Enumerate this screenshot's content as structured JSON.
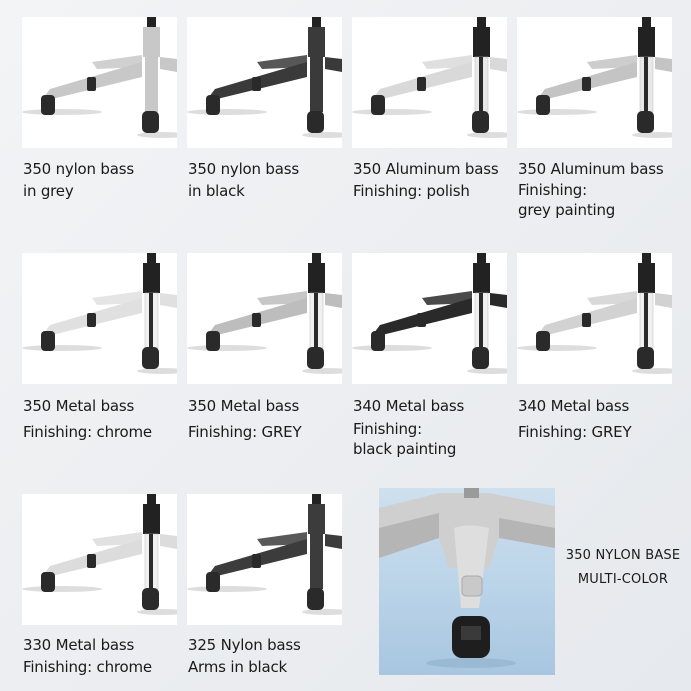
{
  "items": [
    {
      "lines": [
        "350 nylon bass",
        "in grey"
      ],
      "color": "#c8c8c8",
      "style": "nylon"
    },
    {
      "lines": [
        "350 nylon bass",
        "in black"
      ],
      "color": "#3a3a3a",
      "style": "nylon"
    },
    {
      "lines": [
        "350 Aluminum bass",
        "Finishing: polish"
      ],
      "color": "#d9d9d9",
      "style": "aluminum"
    },
    {
      "lines": [
        "350 Aluminum bass",
        "Finishing:",
        "grey painting"
      ],
      "color": "#c4c4c4",
      "style": "aluminum"
    },
    {
      "lines": [
        "350 Metal bass",
        "Finishing: chrome"
      ],
      "color": "#e0e0e0",
      "style": "metal"
    },
    {
      "lines": [
        "350 Metal bass",
        "Finishing: GREY"
      ],
      "color": "#bdbdbd",
      "style": "metal"
    },
    {
      "lines": [
        "340 Metal bass",
        "Finishing:",
        "black painting"
      ],
      "color": "#2a2a2a",
      "style": "metal"
    },
    {
      "lines": [
        "340 Metal bass",
        "Finishing: GREY"
      ],
      "color": "#d2d2d2",
      "style": "metal"
    },
    {
      "lines": [
        "330 Metal bass",
        "Finishing: chrome"
      ],
      "color": "#dcdcdc",
      "style": "metal"
    },
    {
      "lines": [
        "325 Nylon bass",
        "Arms in black"
      ],
      "color": "#3c3c3c",
      "style": "nylon"
    }
  ],
  "feature": {
    "title": "350 NYLON BASE",
    "subtitle": "MULTI-COLOR"
  }
}
